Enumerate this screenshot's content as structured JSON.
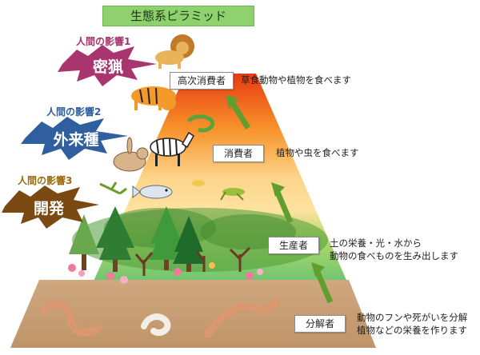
{
  "title": "生態系ピラミッド",
  "colors": {
    "title_bg": "#8fd16e",
    "impact1": "#a8356e",
    "impact2": "#2f5f9e",
    "impact3": "#7a4a12",
    "arrow": "#5f9e2f",
    "soil": "#c9a27a"
  },
  "levels": [
    {
      "label": "高次消費者",
      "description": [
        "草食動物や植物を食べます"
      ]
    },
    {
      "label": "消費者",
      "description": [
        "植物や虫を食べます"
      ]
    },
    {
      "label": "生産者",
      "description": [
        "土の栄養・光・水から",
        "動物の食べものを生み出します"
      ]
    },
    {
      "label": "分解者",
      "description": [
        "動物のフンや死がいを分解",
        "植物などの栄養を作ります"
      ]
    }
  ],
  "impacts": [
    {
      "caption": "人間の影響1",
      "word": "密猟"
    },
    {
      "caption": "人間の影響2",
      "word": "外来種"
    },
    {
      "caption": "人間の影響3",
      "word": "開発"
    }
  ],
  "illustrations": [
    "lion-icon",
    "tiger-icon",
    "snake-icon",
    "zebra-icon",
    "rabbit-icon",
    "mantis-icon",
    "fish-icon",
    "grasshopper-icon",
    "tree-icon",
    "flower-icon",
    "worm-icon"
  ]
}
